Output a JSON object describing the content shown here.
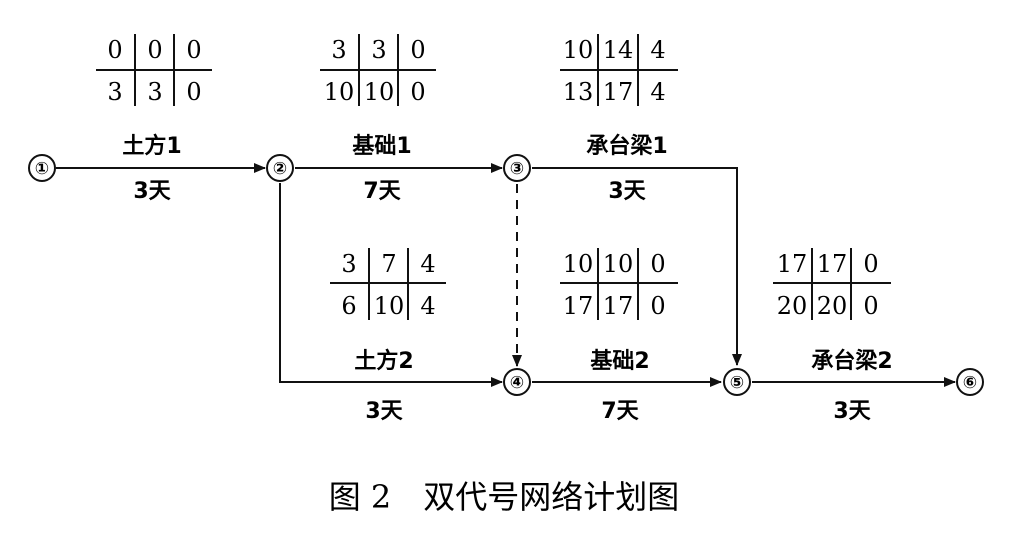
{
  "nodes": [
    {
      "id": "n1",
      "label": "①"
    },
    {
      "id": "n2",
      "label": "②"
    },
    {
      "id": "n3",
      "label": "③"
    },
    {
      "id": "n4",
      "label": "④"
    },
    {
      "id": "n5",
      "label": "⑤"
    },
    {
      "id": "n6",
      "label": "⑥"
    }
  ],
  "activities": [
    {
      "id": "a12",
      "name": "土方1",
      "duration": "3天",
      "times": [
        [
          "0",
          "0",
          "0"
        ],
        [
          "3",
          "3",
          "0"
        ]
      ]
    },
    {
      "id": "a23",
      "name": "基础1",
      "duration": "7天",
      "times": [
        [
          "3",
          "3",
          "0"
        ],
        [
          "10",
          "10",
          "0"
        ]
      ]
    },
    {
      "id": "a35",
      "name": "承台梁1",
      "duration": "3天",
      "times": [
        [
          "10",
          "14",
          "4"
        ],
        [
          "13",
          "17",
          "4"
        ]
      ]
    },
    {
      "id": "a24",
      "name": "土方2",
      "duration": "3天",
      "times": [
        [
          "3",
          "7",
          "4"
        ],
        [
          "6",
          "10",
          "4"
        ]
      ]
    },
    {
      "id": "a45",
      "name": "基础2",
      "duration": "7天",
      "times": [
        [
          "10",
          "10",
          "0"
        ],
        [
          "17",
          "17",
          "0"
        ]
      ]
    },
    {
      "id": "a56",
      "name": "承台梁2",
      "duration": "3天",
      "times": [
        [
          "17",
          "17",
          "0"
        ],
        [
          "20",
          "20",
          "0"
        ]
      ]
    }
  ],
  "caption": "图 2　双代号网络计划图"
}
